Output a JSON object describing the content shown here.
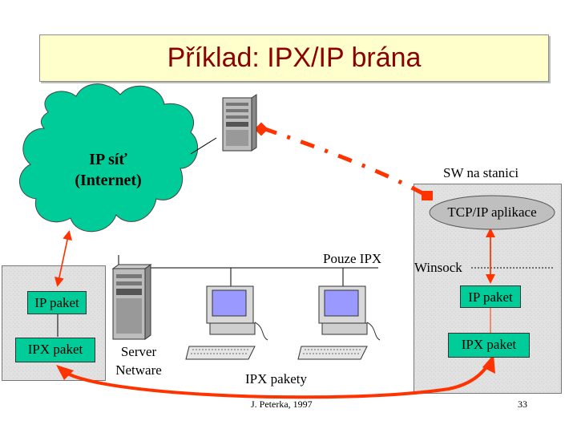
{
  "title": "Příklad: IPX/IP brána",
  "cloud": {
    "line1": "IP síť",
    "line2": "(Internet)"
  },
  "sw_label": "SW na stanici",
  "tcpip_app": "TCP/IP aplikace",
  "winsock": "Winsock",
  "pouze_ipx": "Pouze IPX",
  "left_gateway": {
    "ip_packet": "IP paket",
    "ipx_packet": "IPX paket"
  },
  "right_station": {
    "ip_packet": "IP paket",
    "ipx_packet": "IPX paket"
  },
  "server": {
    "line1": "Server",
    "line2": "Netware"
  },
  "ipx_packets": "IPX pakety",
  "footer": {
    "author": "J. Peterka, 1997",
    "page": "33"
  },
  "colors": {
    "title_bg": "#ffffcc",
    "title_text": "#8b0000",
    "cloud": "#00cc99",
    "arrow": "#ff3300",
    "panel": "#e0e0e0",
    "ellipse": "#bfbfbf"
  },
  "icons": {
    "server": "server-tower-icon",
    "pc": "desktop-computer-icon"
  }
}
